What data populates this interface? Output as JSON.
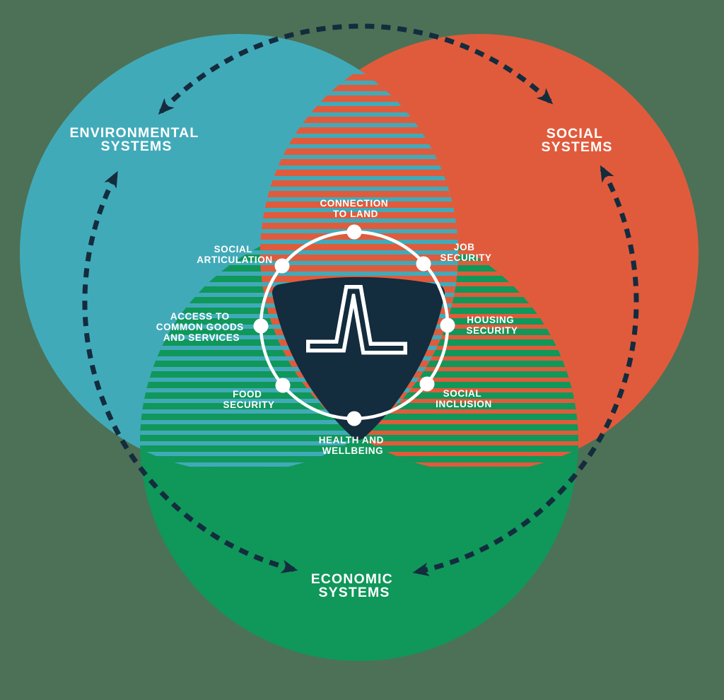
{
  "title": "Sustainability systems venn diagram",
  "colors": {
    "background": "#4d7156",
    "environmental": "#41aab9",
    "social": "#e05b3c",
    "economic": "#10975a",
    "navy": "#132c3e",
    "white": "#ffffff"
  },
  "icons": {
    "center_logo": "mountain-peak-logo",
    "cycle_arrows": "dashed-arc-double-arrow",
    "node_marker": "white-dot"
  },
  "systems": {
    "environmental": {
      "line1": "ENVIRONMENTAL",
      "line2": "SYSTEMS"
    },
    "social": {
      "line1": "SOCIAL",
      "line2": "SYSTEMS"
    },
    "economic": {
      "line1": "ECONOMIC",
      "line2": "SYSTEMS"
    }
  },
  "nodes": {
    "connection_to_land": {
      "line1": "CONNECTION",
      "line2": "TO LAND"
    },
    "job_security": {
      "line1": "JOB",
      "line2": "SECURITY"
    },
    "housing_security": {
      "line1": "HOUSING",
      "line2": "SECURITY"
    },
    "social_inclusion": {
      "line1": "SOCIAL",
      "line2": "INCLUSION"
    },
    "health_and_wellbeing": {
      "line1": "HEALTH AND",
      "line2": "WELLBEING"
    },
    "food_security": {
      "line1": "FOOD",
      "line2": "SECURITY"
    },
    "access_common_goods": {
      "line1": "ACCESS TO",
      "line2": "COMMON GOODS",
      "line3": "AND SERVICES"
    },
    "social_articulation": {
      "line1": "SOCIAL",
      "line2": "ARTICULATION"
    }
  }
}
